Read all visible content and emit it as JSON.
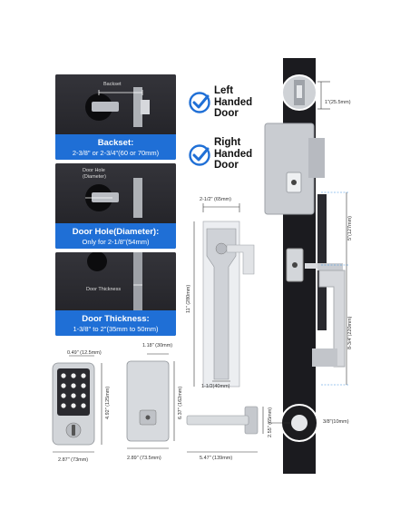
{
  "panels": [
    {
      "label": "Backset",
      "title": "Backset:",
      "subtitle": "2-3/8\" or 2-3/4\"(60 or 70mm)"
    },
    {
      "label_line1": "Door Hole",
      "label_line2": "(Diameter)",
      "title": "Door Hole(Diameter):",
      "subtitle": "Only for 2-1/8\"(54mm)"
    },
    {
      "label": "Door Thickness",
      "title": "Door Thickness:",
      "subtitle": "1-3/8\" to 2\"(35mm to 50mm)"
    }
  ],
  "handed": [
    {
      "line1": "Left",
      "line2": "Handed",
      "line3": "Door"
    },
    {
      "line1": "Right",
      "line2": "Handed",
      "line3": "Door"
    }
  ],
  "dims": {
    "latch_h": "1\"(25.5mm)",
    "spacing_5": "5\"(127mm)",
    "handle_span": "8-3/4\"(220mm)",
    "hole_3_8": "3/8\"(10mm)",
    "handle_w_top": "2-1/2\" (65mm)",
    "handle_h": "11\" (280mm)",
    "handle_w_bot": "1-1/2(40mm)",
    "keypad_depth": "0.49\" (12.5mm)",
    "keypad_h": "4.92\" (125mm)",
    "keypad_w": "2.87\" (73mm)",
    "interior_depth": "1.18\" (30mm)",
    "interior_h": "6.37\" (162mm)",
    "interior_w": "2.89\" (73.5mm)",
    "lever_h": "2.55\" (65mm)",
    "lever_w": "5.47\" (139mm)"
  },
  "colors": {
    "accent": "#1f6fd6",
    "panel": "#2d2d33",
    "door": "#1b1b1f",
    "metal": "#c9ccd1"
  }
}
